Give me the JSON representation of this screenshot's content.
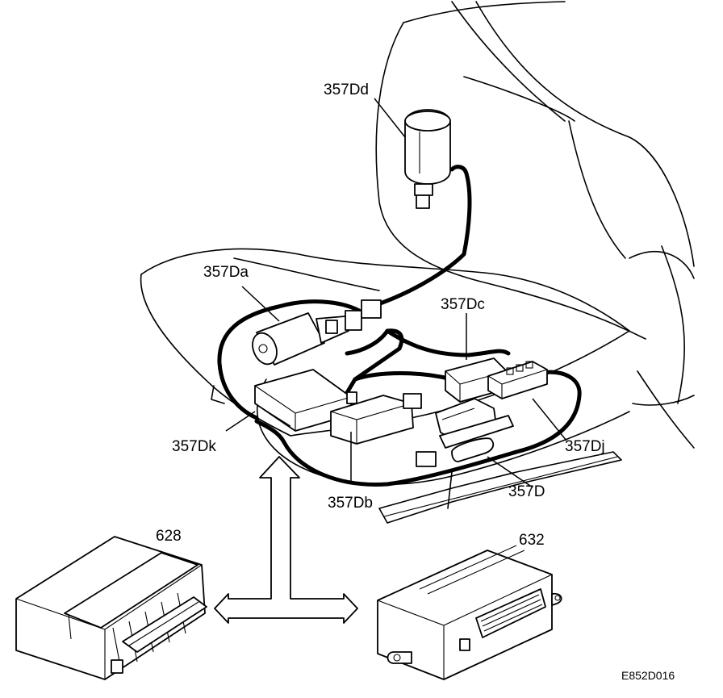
{
  "labels": {
    "l357Dd": "357Dd",
    "l357Da": "357Da",
    "l357Dc": "357Dc",
    "l357Dk": "357Dk",
    "l357Dj": "357Dj",
    "l357Db": "357Db",
    "l357D": "357D",
    "l628": "628",
    "l632": "632"
  },
  "figure_ref": "E852D016"
}
